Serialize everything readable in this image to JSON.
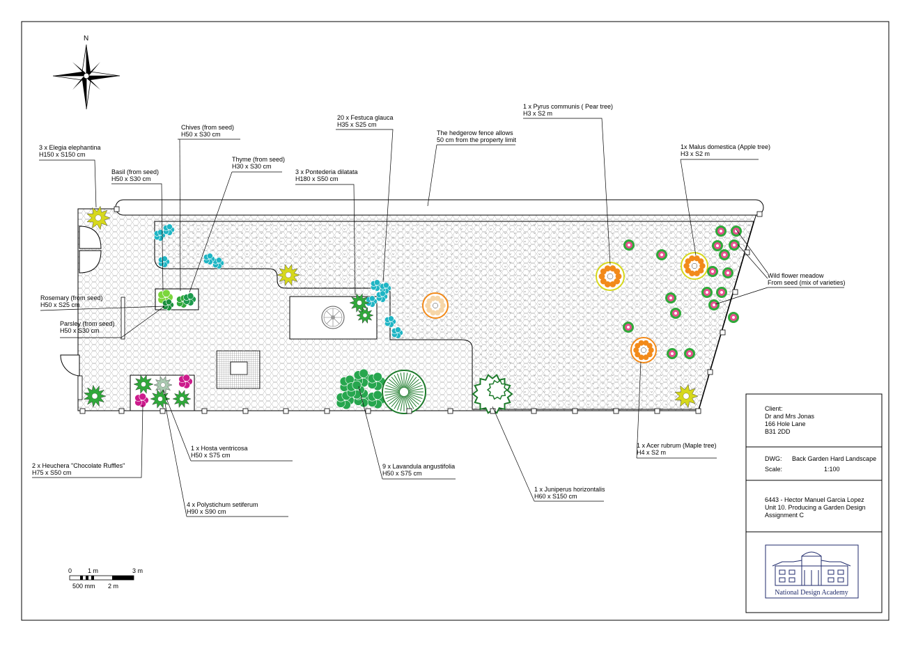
{
  "compass": {
    "north_label": "N"
  },
  "labels": {
    "elegia": [
      "3 x Elegia elephantina",
      "H150 x S150 cm"
    ],
    "basil": [
      "Basil (from seed)",
      "H50 x S30 cm"
    ],
    "chives": [
      "Chives (from seed)",
      "H50 x S30 cm"
    ],
    "thyme": [
      "Thyme (from seed)",
      "H30 x S30 cm"
    ],
    "pontederia": [
      "3 x Pontederia dilatata",
      "H180 x S50 cm"
    ],
    "festuca": [
      "20 x Festuca glauca",
      "H35 x S25 cm"
    ],
    "hedgerow": [
      "The hedgerow fence allows",
      "50 cm from the property limit"
    ],
    "pyrus": [
      "1 x Pyrus communis ( Pear tree)",
      "H3 x S2 m"
    ],
    "malus": [
      "1x Malus domestica (Apple tree)",
      "H3 x S2 m"
    ],
    "wildflower": [
      "Wild flower meadow",
      "From seed (mix of varieties)"
    ],
    "rosemary": [
      "Rosemary (from seed)",
      "H50 x S25 cm"
    ],
    "parsley": [
      "Parsley (from seed)",
      "H50 x S30 cm"
    ],
    "acer": [
      "1 x Acer rubrum (Maple tree)",
      "H4 x S2 m"
    ],
    "heuchera": [
      "2 x Heuchera \"Chocolate Ruffles\"",
      "H75 x S50 cm"
    ],
    "hosta": [
      "1 x Hosta ventricosa",
      "H50 x S75 cm"
    ],
    "polystichum": [
      "4 x Polystichum setiferum",
      "H90 x S90 cm"
    ],
    "lavandula": [
      "9 x Lavandula angustifolia",
      "H50 x S75 cm"
    ],
    "juniperus": [
      "1 x Juniperus horizontalis",
      "H60 x S150 cm"
    ]
  },
  "scale_bar": {
    "zero": "0",
    "one_m": "1 m",
    "three_m": "3 m",
    "half_m": "500 mm",
    "two_m": "2 m"
  },
  "title_block": {
    "client": [
      "Client:",
      "Dr and Mrs Jonas",
      "166 Hole Lane",
      "B31 2DD"
    ],
    "dwg_label": "DWG:",
    "dwg_value": "Back Garden Hard Landscape",
    "scale_label": "Scale:",
    "scale_value": "1:100",
    "student": [
      "6443 - Hector Manuel Garcia Lopez",
      "Unit 10. Producing a Garden Design",
      "Assignment C"
    ],
    "logo_text": "National Design Academy"
  },
  "colors": {
    "teal": "#1fb5c4",
    "green": "#2fa83a",
    "dark_green": "#1c7a2a",
    "yellow": "#d6d81c",
    "orange": "#f28a1a",
    "magenta": "#cc1b8c",
    "pink": "#e8508f",
    "navy": "#1f2a6b"
  }
}
